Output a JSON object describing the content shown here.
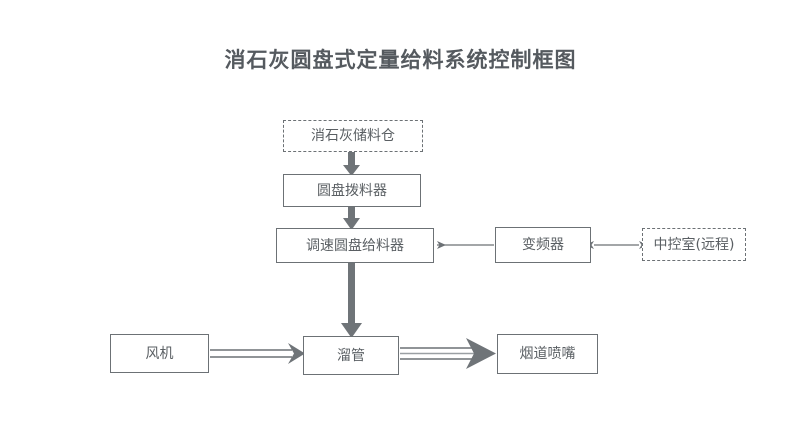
{
  "diagram": {
    "title": "消石灰圆盘式定量给料系统控制框图",
    "type": "flowchart",
    "colors": {
      "stroke": "#6c7175",
      "text": "#5a5f63",
      "title": "#555a5f",
      "background": "#ffffff",
      "thick_arrow": "#6f7478"
    },
    "nodes": [
      {
        "id": "silo",
        "label": "消石灰储料仓",
        "style": "dashed"
      },
      {
        "id": "disc",
        "label": "圆盘拨料器",
        "style": "solid"
      },
      {
        "id": "feeder",
        "label": "调速圆盘给料器",
        "style": "solid"
      },
      {
        "id": "inverter",
        "label": "变频器",
        "style": "solid"
      },
      {
        "id": "control",
        "label": "中控室(远程)",
        "style": "dashed"
      },
      {
        "id": "fan",
        "label": "风机",
        "style": "solid"
      },
      {
        "id": "chute",
        "label": "溜管",
        "style": "solid"
      },
      {
        "id": "nozzle",
        "label": "烟道喷嘴",
        "style": "solid"
      }
    ],
    "edges": [
      {
        "from": "silo",
        "to": "disc",
        "kind": "thick-arrow",
        "direction": "down"
      },
      {
        "from": "disc",
        "to": "feeder",
        "kind": "thick-arrow",
        "direction": "down"
      },
      {
        "from": "feeder",
        "to": "chute",
        "kind": "thick-arrow",
        "direction": "down"
      },
      {
        "from": "inverter",
        "to": "feeder",
        "kind": "thin-arrow",
        "direction": "left"
      },
      {
        "from": "inverter",
        "to": "control",
        "kind": "thin-arrow",
        "direction": "bidirectional"
      },
      {
        "from": "fan",
        "to": "chute",
        "kind": "double-line-arrow",
        "direction": "right"
      },
      {
        "from": "chute",
        "to": "nozzle",
        "kind": "block-arrow",
        "direction": "right"
      }
    ]
  }
}
